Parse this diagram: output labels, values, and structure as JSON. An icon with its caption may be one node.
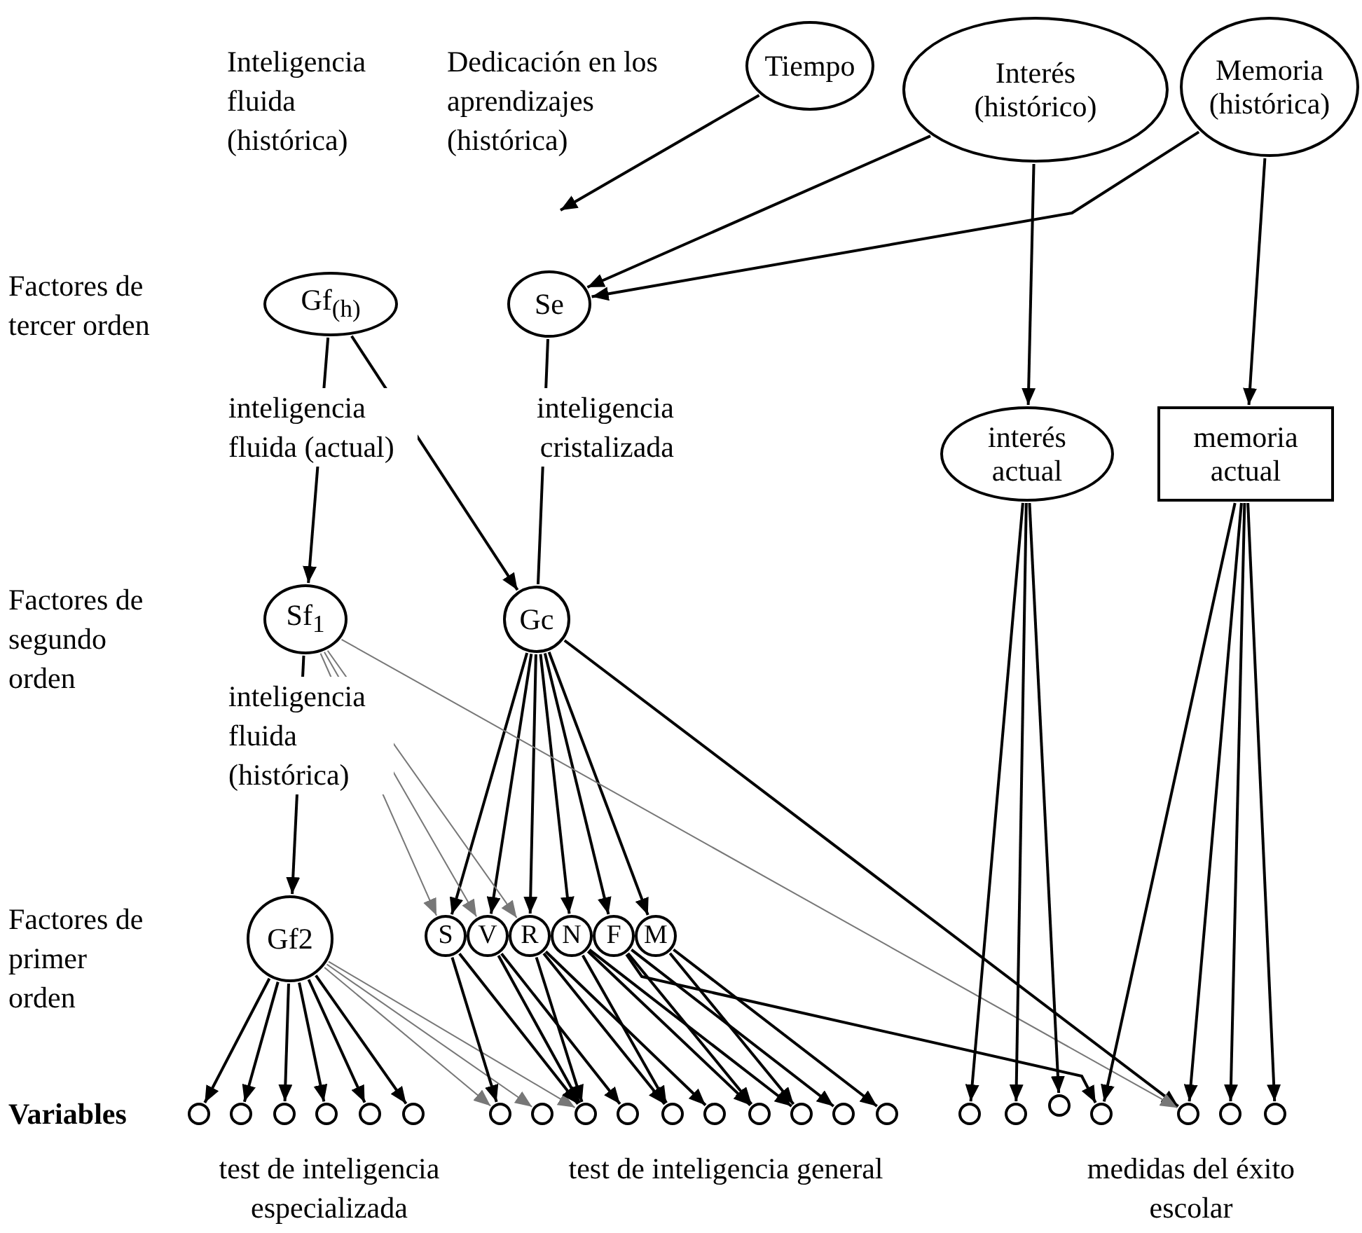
{
  "diagram": {
    "nodes": [
      {
        "text": [
          "Tiempo"
        ]
      },
      {
        "text": [
          "Interés (histórico)"
        ]
      },
      {
        "text": [
          "Memoria (histórica)"
        ]
      },
      {
        "text": [
          "Gf$_{(h)}$"
        ]
      },
      {
        "text": [
          "Se"
        ]
      },
      {
        "text": [
          "interés actual"
        ]
      },
      {
        "text": [
          "memoria actual"
        ]
      },
      {
        "text": [
          "Sf$_{1}$"
        ]
      },
      {
        "text": [
          "Gc"
        ]
      },
      {
        "text": [
          "Gf2"
        ]
      },
      {
        "text": [
          "S"
        ]
      },
      {
        "text": [
          "V"
        ]
      },
      {
        "text": [
          "R"
        ]
      },
      {
        "text": [
          "N"
        ]
      },
      {
        "text": [
          "F"
        ]
      },
      {
        "text": [
          "M"
        ]
      },
      {
        "text": [],
        "shape": "circle"
      },
      {
        "text": [],
        "shape": "circle"
      },
      {
        "text": [],
        "shape": "circle"
      },
      {
        "text": [],
        "shape": "circle"
      },
      {
        "text": [],
        "shape": "circle"
      },
      {
        "text": [],
        "shape": "circle"
      },
      {
        "text": [],
        "shape": "circle"
      },
      {
        "text": [],
        "shape": "circle"
      },
      {
        "text": [],
        "shape": "circle"
      },
      {
        "text": [],
        "shape": "circle"
      },
      {
        "text": [],
        "shape": "circle"
      },
      {
        "text": [],
        "shape": "circle"
      },
      {
        "text": [],
        "shape": "circle"
      },
      {
        "text": [],
        "shape": "circle"
      },
      {
        "text": [],
        "shape": "circle"
      },
      {
        "text": [],
        "shape": "circle"
      },
      {
        "text": [],
        "shape": "circle"
      },
      {
        "text": [],
        "shape": "circle"
      },
      {
        "text": [],
        "shape": "circle"
      },
      {
        "text": [],
        "shape": "circle"
      },
      {
        "text": [],
        "shape": "circle"
      },
      {
        "text": [],
        "shape": "circle"
      },
      {
        "text": [],
        "shape": "circle"
      }
    ],
    "edges": [
      {
        "from": 0,
        "to": null,
        "arrow": "to"
      },
      {
        "from": 1,
        "to": 4,
        "arrow": "to"
      },
      {
        "from": 2,
        "to": 4,
        "arrow": "to"
      },
      {
        "from": 1,
        "to": 5,
        "arrow": "to"
      },
      {
        "from": 2,
        "to": 6,
        "arrow": "to"
      },
      {
        "from": 3,
        "to": 7,
        "arrow": "to",
        "label": "inteligencia fluida (actual)"
      },
      {
        "from": 3,
        "to": 8,
        "arrow": "to"
      },
      {
        "from": 4,
        "to": 8,
        "arrow": "none",
        "label": "inteligencia cristalizada"
      },
      {
        "from": 7,
        "to": 9,
        "arrow": "to",
        "label": "inteligencia fluida (histórica)"
      },
      {
        "from": 8,
        "to": 10,
        "arrow": "to"
      },
      {
        "from": 8,
        "to": 11,
        "arrow": "to"
      },
      {
        "from": 8,
        "to": 12,
        "arrow": "to"
      },
      {
        "from": 8,
        "to": 13,
        "arrow": "to"
      },
      {
        "from": 8,
        "to": 14,
        "arrow": "to"
      },
      {
        "from": 8,
        "to": 15,
        "arrow": "to"
      },
      {
        "from": 8,
        "to": 36,
        "arrow": "to"
      },
      {
        "from": 7,
        "to": 10,
        "arrow": "to",
        "color": "#777777"
      },
      {
        "from": 7,
        "to": 11,
        "arrow": "to",
        "color": "#777777"
      },
      {
        "from": 7,
        "to": 12,
        "arrow": "to",
        "color": "#777777"
      },
      {
        "from": 7,
        "to": 36,
        "arrow": "to",
        "color": "#777777"
      },
      {
        "from": 9,
        "to": 16,
        "arrow": "to"
      },
      {
        "from": 9,
        "to": 17,
        "arrow": "to"
      },
      {
        "from": 9,
        "to": 18,
        "arrow": "to"
      },
      {
        "from": 9,
        "to": 19,
        "arrow": "to"
      },
      {
        "from": 9,
        "to": 20,
        "arrow": "to"
      },
      {
        "from": 9,
        "to": 21,
        "arrow": "to"
      },
      {
        "from": 9,
        "to": 22,
        "arrow": "to",
        "color": "#777777"
      },
      {
        "from": 9,
        "to": 23,
        "arrow": "to",
        "color": "#777777"
      },
      {
        "from": 9,
        "to": 24,
        "arrow": "to",
        "color": "#777777"
      },
      {
        "from": 10,
        "to": 22,
        "arrow": "to"
      },
      {
        "from": 10,
        "to": 24,
        "arrow": "to"
      },
      {
        "from": 11,
        "to": 24,
        "arrow": "to"
      },
      {
        "from": 11,
        "to": 25,
        "arrow": "to"
      },
      {
        "from": 12,
        "to": 24,
        "arrow": "to"
      },
      {
        "from": 12,
        "to": 26,
        "arrow": "to"
      },
      {
        "from": 12,
        "to": 27,
        "arrow": "to"
      },
      {
        "from": 13,
        "to": 26,
        "arrow": "to"
      },
      {
        "from": 13,
        "to": 28,
        "arrow": "to"
      },
      {
        "from": 13,
        "to": 29,
        "arrow": "to"
      },
      {
        "from": 14,
        "to": 28,
        "arrow": "to"
      },
      {
        "from": 14,
        "to": 30,
        "arrow": "to"
      },
      {
        "from": 14,
        "to": 35,
        "arrow": "to"
      },
      {
        "from": 15,
        "to": 29,
        "arrow": "to"
      },
      {
        "from": 15,
        "to": 31,
        "arrow": "to"
      },
      {
        "from": 5,
        "to": 32,
        "arrow": "to"
      },
      {
        "from": 5,
        "to": 33,
        "arrow": "to"
      },
      {
        "from": 5,
        "to": 34,
        "arrow": "to"
      },
      {
        "from": 6,
        "to": 35,
        "arrow": "to"
      },
      {
        "from": 6,
        "to": 36,
        "arrow": "to"
      },
      {
        "from": 6,
        "to": 37,
        "arrow": "to"
      },
      {
        "from": 6,
        "to": 38,
        "arrow": "to"
      }
    ],
    "labels": [
      "Inteligencia fluida (histórica)",
      "Dedicación en los aprendizajes (histórica)",
      "Factores de tercer orden",
      "Factores de segundo orden",
      "Factores de primer orden",
      "Variables",
      "test de inteligencia especializada",
      "test de inteligencia general",
      "medidas del éxito escolar"
    ]
  }
}
